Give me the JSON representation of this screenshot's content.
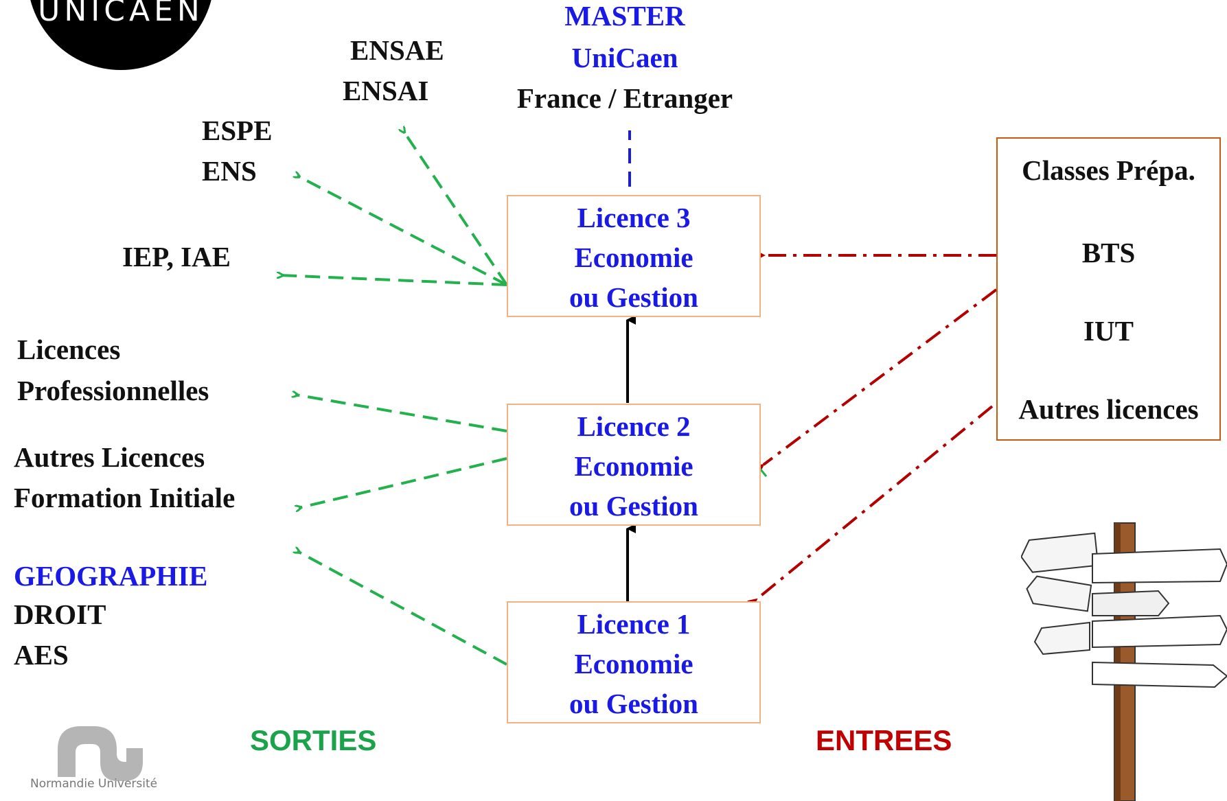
{
  "logo_text": "UNICAEN",
  "master": {
    "line1": "MASTER",
    "line2": "UniCaen",
    "line3": "France / Etranger"
  },
  "outputs": {
    "ensae": "ENSAE",
    "ensai": "ENSAI",
    "espe": "ESPE",
    "ens": "ENS",
    "iep": "IEP, IAE",
    "licences_pro_1": "Licences",
    "licences_pro_2": "Professionnelles",
    "autres_licences_1": "Autres Licences",
    "autres_licences_2": "Formation Initiale",
    "geographie": "GEOGRAPHIE",
    "droit": "DROIT",
    "aes": "AES"
  },
  "licences": [
    {
      "title": "Licence 3",
      "line2": "Economie",
      "line3": "ou Gestion"
    },
    {
      "title": "Licence 2",
      "line2": "Economie",
      "line3": "ou Gestion"
    },
    {
      "title": "Licence 1",
      "line2": "Economie",
      "line3": "ou Gestion"
    }
  ],
  "entries": {
    "prepa": "Classes Prépa.",
    "bts": "BTS",
    "iut": "IUT",
    "autres": "Autres licences"
  },
  "sorties_label": "SORTIES",
  "entrees_label": "ENTREES",
  "normandie_text": "Normandie Université",
  "colors": {
    "blue_text": "#1a1ae6",
    "sorties_green": "#1aa34a",
    "entrees_red": "#c00000",
    "arrow_green": "#22b14c",
    "arrow_red": "#b30000",
    "box_border": "#f4b183",
    "prep_border": "#c55a11"
  }
}
